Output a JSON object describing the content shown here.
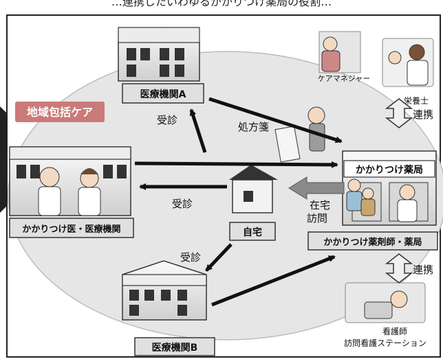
{
  "header": {
    "title_fragment": "…連携したいわゆるかかりつけ薬局の役割…"
  },
  "nodes": {
    "hospital_a": "医療機関A",
    "hospital_b": "医療機関B",
    "family_doctor": "かかりつけ医・医療機関",
    "home": "自宅",
    "pharmacy_building": "かかりつけ薬局",
    "pharmacy_label": "かかりつけ薬剤師・薬局",
    "care_manager": "ケアマネジャー",
    "dietitian": "栄養士",
    "nurse": "看護師",
    "visiting_station": "訪問看護ステーション"
  },
  "badge": {
    "label": "地域包括ケア",
    "color": "#c97a7a"
  },
  "arrows": {
    "consult_a": "受診",
    "consult_doctor": "受診",
    "consult_b": "受診",
    "prescription": "処方箋",
    "home_visit_line1": "在宅",
    "home_visit_line2": "訪問",
    "cooperation_top": "連携",
    "cooperation_bottom": "連携"
  },
  "colors": {
    "oval_fill": "#e4e4e4",
    "label_box": "#e0e0e0",
    "arrow": "#111111",
    "gray_arrow": "#8a8a8a"
  }
}
